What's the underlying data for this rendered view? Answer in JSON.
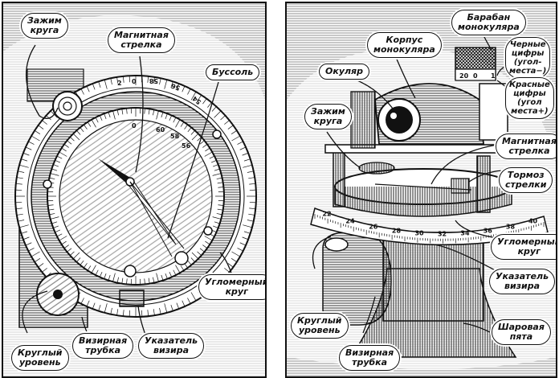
{
  "figure": {
    "left_panel": {
      "title": "Compass with goniometer (top view)",
      "callouts": [
        {
          "id": "circle-clamp",
          "text": "Зажим\nкруга"
        },
        {
          "id": "magnetic-needle",
          "text": "Магнитная\nстрелка"
        },
        {
          "id": "compass",
          "text": "Буссоль"
        },
        {
          "id": "goniometer-circle",
          "text": "Угломерный\nкруг"
        },
        {
          "id": "sight-pointer",
          "text": "Указатель\nвизира"
        },
        {
          "id": "sighting-tube",
          "text": "Визирная\nтрубка"
        },
        {
          "id": "circular-level",
          "text": "Круглый\nуровень"
        }
      ],
      "outer_dial_numbers": [
        "2",
        "0",
        "58",
        "56",
        "54"
      ],
      "inner_dial_numbers": [
        "0",
        "60",
        "58",
        "56"
      ]
    },
    "right_panel": {
      "title": "Periscope instrument (perspective view)",
      "callouts": [
        {
          "id": "monocular-drum",
          "text": "Барабан\nмонокуляра"
        },
        {
          "id": "monocular-body",
          "text": "Корпус\nмонокуляра"
        },
        {
          "id": "eyepiece",
          "text": "Окуляр"
        },
        {
          "id": "black-digits",
          "text": "Черные\nцифры\n(угол-\nместа−)"
        },
        {
          "id": "red-digits",
          "text": "Красные\nцифры\n(угол\nместа+)"
        },
        {
          "id": "circle-clamp",
          "text": "Зажим\nкруга"
        },
        {
          "id": "magnetic-needle",
          "text": "Магнитная\nстрелка"
        },
        {
          "id": "needle-brake",
          "text": "Тормоз\nстрелки"
        },
        {
          "id": "goniometer-circle",
          "text": "Угломерный\nкруг"
        },
        {
          "id": "sight-pointer",
          "text": "Указатель\nвизира"
        },
        {
          "id": "circular-level",
          "text": "Круглый\nуровень"
        },
        {
          "id": "sighting-tube",
          "text": "Визирная\nтрубка"
        },
        {
          "id": "ball-heel",
          "text": "Шаровая\nпята"
        }
      ],
      "scale_numbers": [
        "22",
        "24",
        "26",
        "28",
        "30",
        "32",
        "34",
        "36",
        "38",
        "40"
      ],
      "drum_numbers": [
        "20",
        "0",
        "1"
      ]
    }
  }
}
